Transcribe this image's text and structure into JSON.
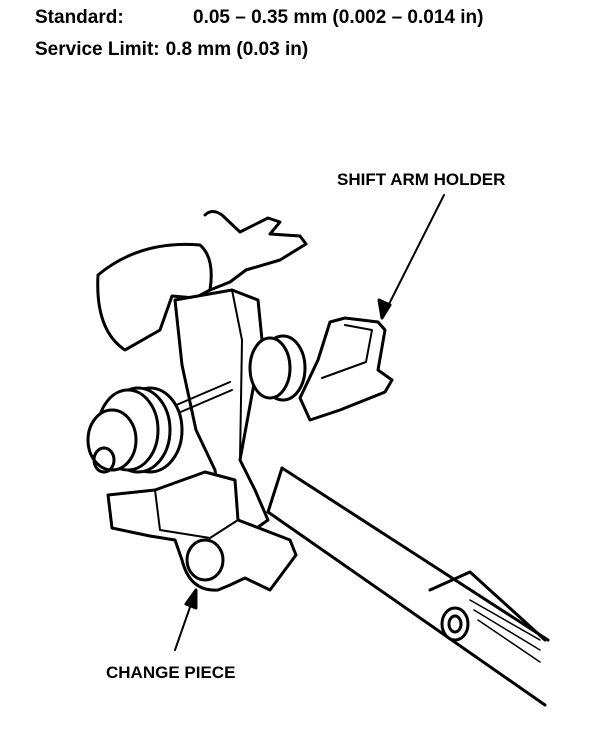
{
  "specs": {
    "standard": {
      "label": "Standard:",
      "value": "0.05 – 0.35 mm (0.002 – 0.014 in)"
    },
    "service_limit": {
      "label": "Service Limit:",
      "value": "0.8 mm (0.03 in)"
    }
  },
  "callouts": {
    "shift_arm_holder": "SHIFT ARM HOLDER",
    "change_piece": "CHANGE PIECE"
  }
}
